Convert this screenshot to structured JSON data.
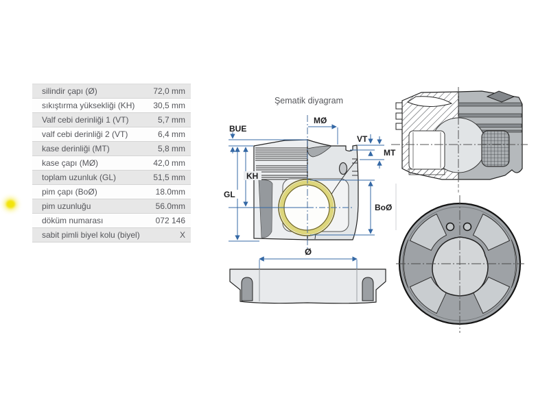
{
  "spec_table": {
    "rows": [
      {
        "label": "silindir çapı (Ø)",
        "value": "72,0 mm"
      },
      {
        "label": "sıkıştırma yüksekliği (KH)",
        "value": "30,5 mm"
      },
      {
        "label": "Valf cebi derinliği 1 (VT)",
        "value": "5,7 mm"
      },
      {
        "label": "valf cebi derinliği 2 (VT)",
        "value": "6,4 mm"
      },
      {
        "label": "kase derinliği (MT)",
        "value": "5,8 mm"
      },
      {
        "label": "kase çapı (MØ)",
        "value": "42,0 mm"
      },
      {
        "label": "toplam uzunluk (GL)",
        "value": "51,5 mm"
      },
      {
        "label": "pim çapı (BoØ)",
        "value": "18.0mm"
      },
      {
        "label": "pim uzunluğu",
        "value": "56.0mm"
      },
      {
        "label": "döküm numarası",
        "value": "072 146"
      },
      {
        "label": "sabit pimli biyel kolu (biyel)",
        "value": "X"
      }
    ]
  },
  "diagram": {
    "title": "Şematik diyagram",
    "labels": {
      "bue": "BUE",
      "mo": "MØ",
      "vt": "VT",
      "mt": "MT",
      "kh": "KH",
      "gl": "GL",
      "bo": "BoØ",
      "dia": "Ø"
    },
    "colors": {
      "dimension_blue": "#3468a5",
      "outline": "#1c1c1c",
      "body_light": "#eceef0",
      "body_mid": "#b5b9bc",
      "body_dark": "#95999d",
      "pin_ring_gold": "#6f6526",
      "pin_ring_gold_light": "#ddd67c",
      "marker_yellow": "#f2e40b"
    }
  }
}
